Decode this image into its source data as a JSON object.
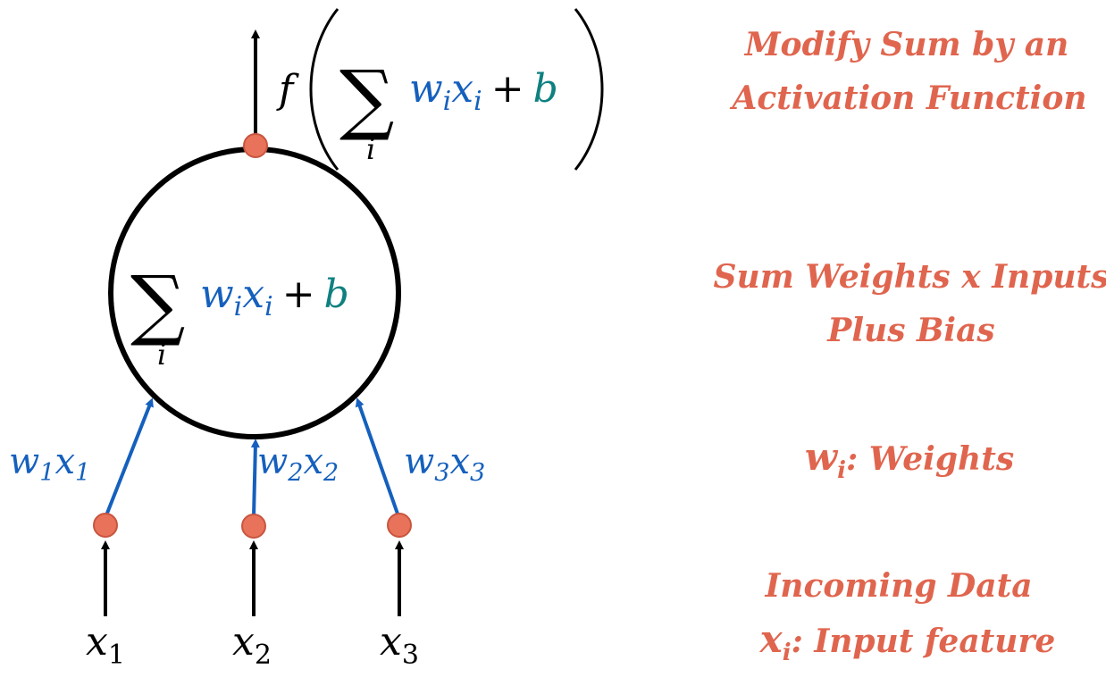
{
  "colors": {
    "node": "#E8735A",
    "weight": "#1560BD",
    "bias": "#0E8080",
    "annotation": "#E0654E",
    "ink": "#000000"
  },
  "neuron": {
    "sum_symbol": "∑",
    "sum_index": "i",
    "w": "w",
    "w_sub": "i",
    "x": "x",
    "x_sub": "i",
    "plus": "+",
    "bias": "b"
  },
  "output": {
    "f": "f",
    "sum_symbol": "∑",
    "sum_index": "i",
    "w": "w",
    "w_sub": "i",
    "x": "x",
    "x_sub": "i",
    "plus": "+",
    "bias": "b"
  },
  "edges": [
    {
      "w": "w",
      "w_sub": "1",
      "x": "x",
      "x_sub": "1"
    },
    {
      "w": "w",
      "w_sub": "2",
      "x": "x",
      "x_sub": "2"
    },
    {
      "w": "w",
      "w_sub": "3",
      "x": "x",
      "x_sub": "3"
    }
  ],
  "inputs": [
    {
      "x": "x",
      "sub": "1"
    },
    {
      "x": "x",
      "sub": "2"
    },
    {
      "x": "x",
      "sub": "3"
    }
  ],
  "annotations": {
    "activation_line1": "Modify Sum by an",
    "activation_line2": "Activation Function",
    "sum_line1": "Sum Weights x Inputs",
    "sum_line2": "Plus Bias",
    "weights_symbol": "w",
    "weights_sub": "i",
    "weights_text": ": Weights",
    "data_line1": "Incoming Data",
    "data_symbol": "x",
    "data_sub": "i",
    "data_text": ": Input feature"
  }
}
